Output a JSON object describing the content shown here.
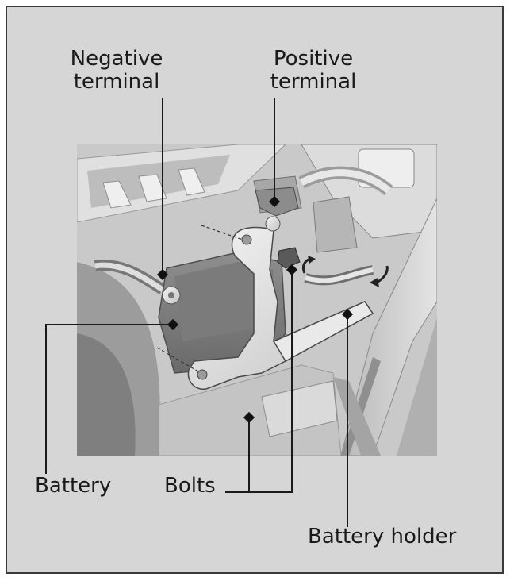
{
  "labels": {
    "negative_terminal": [
      "Negative",
      "terminal"
    ],
    "positive_terminal": [
      "Positive",
      "terminal"
    ],
    "battery": "Battery",
    "bolts": "Bolts",
    "battery_holder": "Battery holder"
  },
  "colors": {
    "panel": "#d6d6d6",
    "border": "#3a3a3a",
    "leader": "#1a1a1a"
  }
}
